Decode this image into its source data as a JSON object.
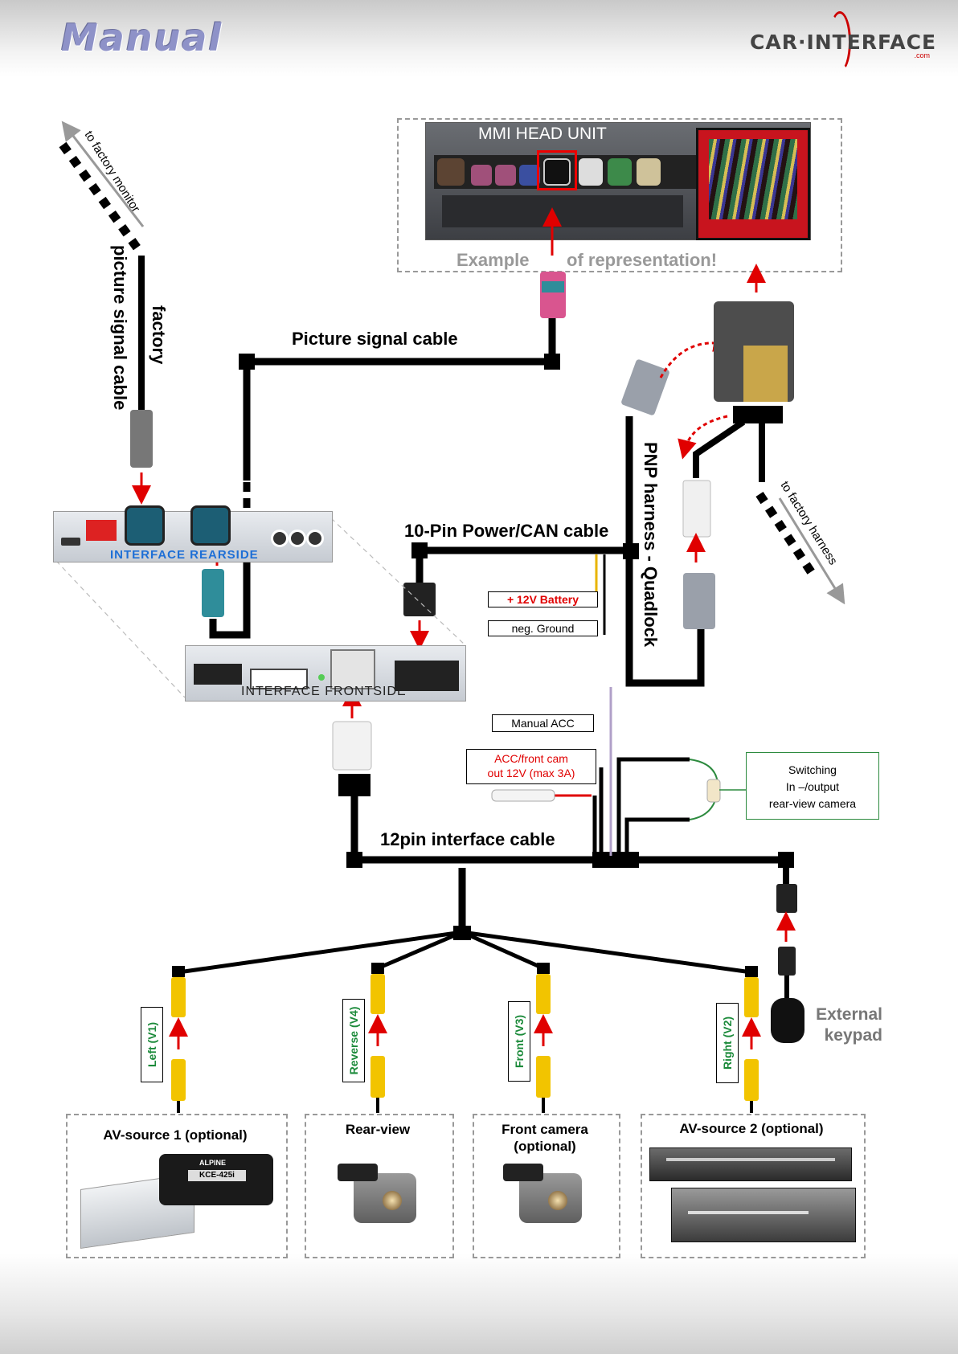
{
  "header": {
    "title": "Manual",
    "logo_text": "CAR·INTERFACE",
    "logo_sub": ".com"
  },
  "head_unit": {
    "title": "MMI HEAD UNIT",
    "note_left": "Example",
    "note_right": "of representation!"
  },
  "labels": {
    "to_factory_monitor": "to factory monitor",
    "factory": "factory",
    "picture_signal_cable_vertical": "picture signal cable",
    "picture_signal_cable": "Picture signal cable",
    "ten_pin_cable": "10-Pin Power/CAN cable",
    "pnp_harness": "PNP harness - Quadlock",
    "to_factory_harness": "to factory harness",
    "interface_rearside": "INTERFACE REARSIDE",
    "interface_frontside": "INTERFACE FRONTSIDE",
    "battery": "+ 12V Battery",
    "ground": "neg. Ground",
    "manual_acc": "Manual ACC",
    "acc_front_cam_1": "ACC/front cam",
    "acc_front_cam_2": "out  12V (max 3A)",
    "switching_1": "Switching",
    "switching_2": "In –/output",
    "switching_3": "rear-view camera",
    "twelve_pin_cable": "12pin interface cable",
    "external_keypad_1": "External",
    "external_keypad_2": "keypad"
  },
  "video_inputs": [
    {
      "label": "Left (V1)"
    },
    {
      "label": "Reverse (V4)"
    },
    {
      "label": "Front  (V3)"
    },
    {
      "label": "Right  (V2)"
    }
  ],
  "sources": [
    {
      "title": "AV-source 1 (optional)",
      "device_label": "KCE-425i",
      "brand": "ALPINE"
    },
    {
      "title": "Rear-view"
    },
    {
      "title_1": "Front camera",
      "title_2": "(optional)"
    },
    {
      "title": "AV-source 2 (optional)"
    }
  ],
  "colors": {
    "arrow": "#e00000",
    "cable": "#000000",
    "rca": "#f2c400",
    "green": "#1b8a3a",
    "battery": "#e8b400",
    "dash": "#999999"
  }
}
